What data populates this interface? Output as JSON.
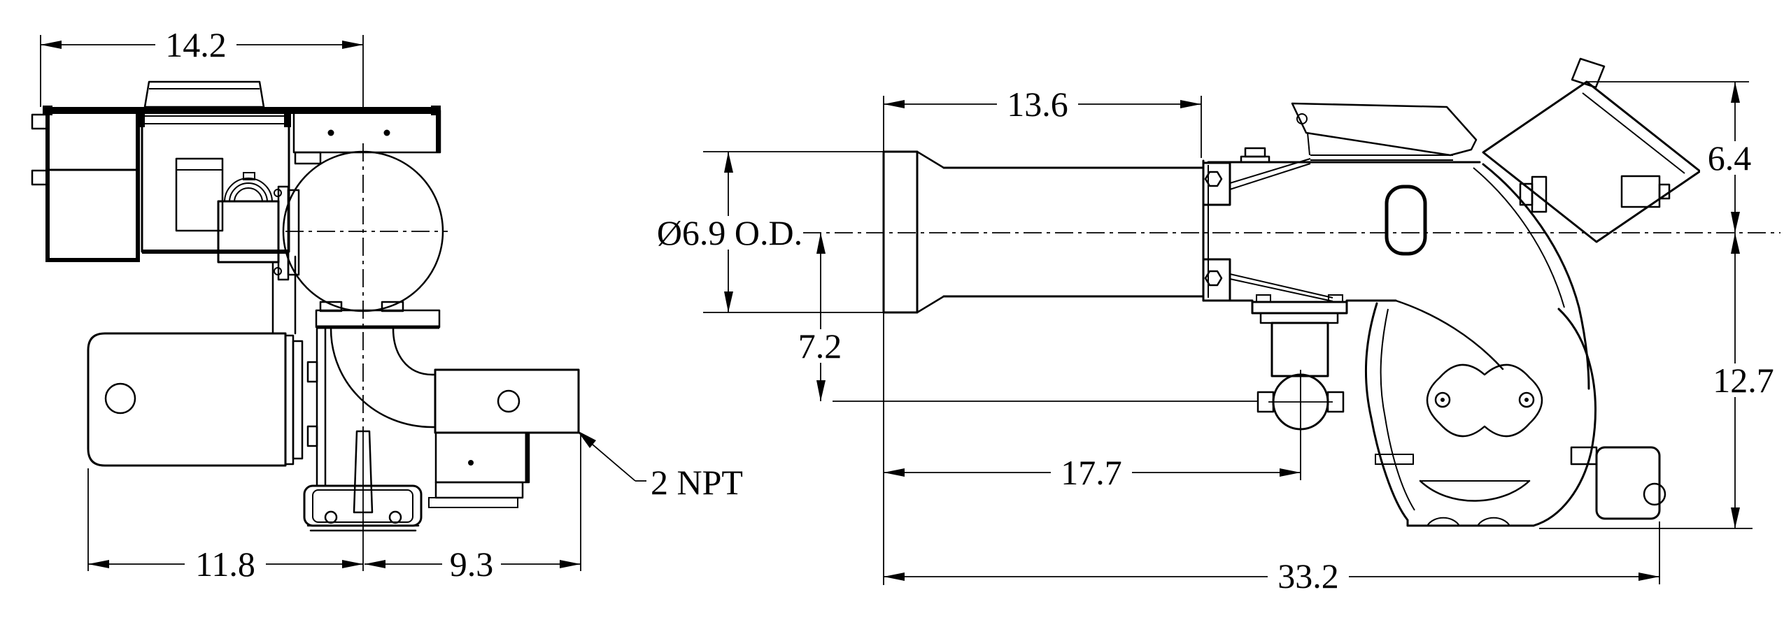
{
  "drawing": {
    "kind": "engineering-dimension-drawing",
    "colors": {
      "line": "#000000",
      "background": "#ffffff"
    },
    "front_view": {
      "dimensions": {
        "top_width": {
          "value": "14.2"
        },
        "bottom_left_width": {
          "value": "11.8"
        },
        "bottom_right_width": {
          "value": "9.3"
        }
      },
      "callout": {
        "gas_connection": "2 NPT"
      }
    },
    "side_view": {
      "dimensions": {
        "blast_tube_length": {
          "value": "13.6"
        },
        "blast_tube_outer_diameter": {
          "value": "Ø6.9 O.D."
        },
        "centerline_to_gas_inlet_drop": {
          "value": "7.2"
        },
        "tube_end_to_gas_inlet": {
          "value": "17.7"
        },
        "overall_length": {
          "value": "33.2"
        },
        "centerline_to_top": {
          "value": "6.4"
        },
        "centerline_to_bottom": {
          "value": "12.7"
        }
      }
    }
  }
}
